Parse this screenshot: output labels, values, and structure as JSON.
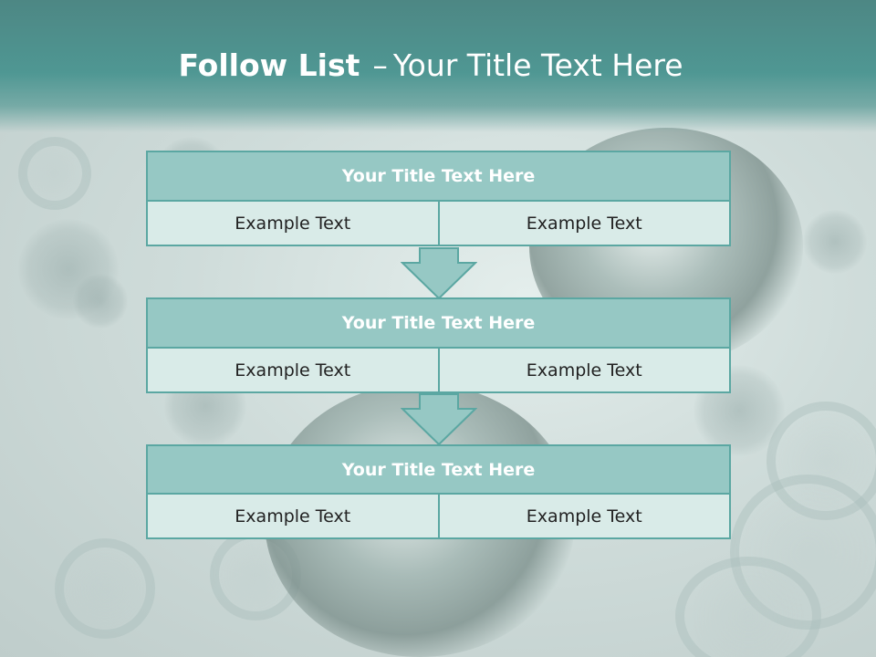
{
  "slide": {
    "title_bold": "Follow List",
    "title_sep": "–",
    "title_rest": "Your Title Text Here"
  },
  "colors": {
    "header": "#4f9793",
    "box_title_fill": "#96c8c4",
    "box_border": "#5ba7a2",
    "box_cell_fill": "#d9ebe8",
    "arrow_fill": "#96c8c4"
  },
  "blocks": [
    {
      "title": "Your Title Text Here",
      "cells": [
        "Example Text",
        "Example Text"
      ]
    },
    {
      "title": "Your Title Text Here",
      "cells": [
        "Example Text",
        "Example Text"
      ]
    },
    {
      "title": "Your Title Text Here",
      "cells": [
        "Example Text",
        "Example Text"
      ]
    }
  ],
  "icons": [
    "down-arrow-icon",
    "down-arrow-icon"
  ]
}
